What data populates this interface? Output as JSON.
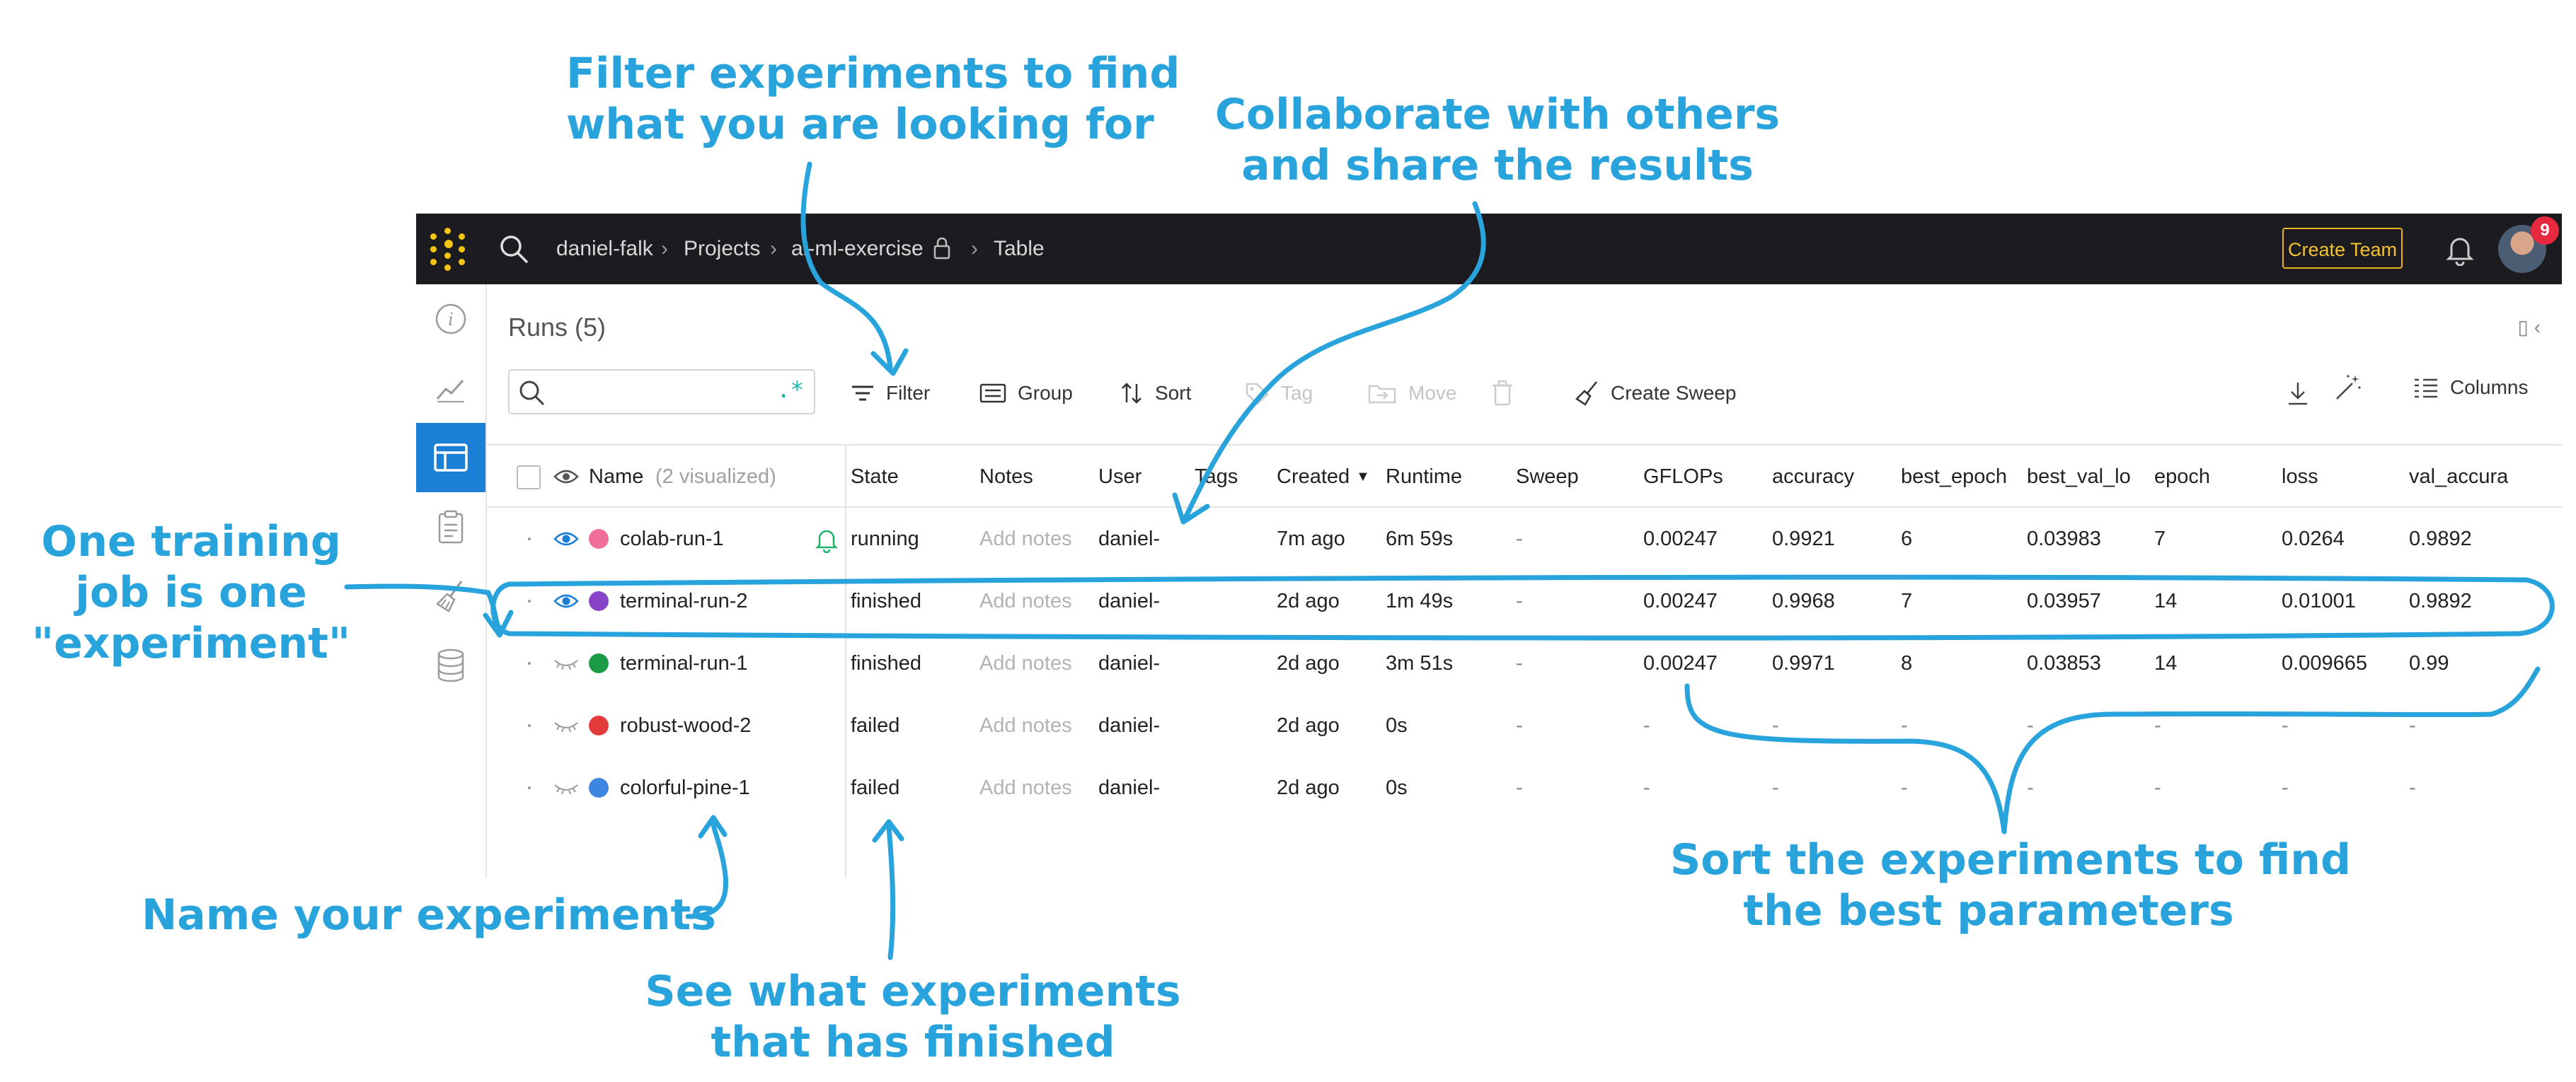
{
  "annotations": {
    "filter": [
      "Filter experiments to find",
      "what you are looking for"
    ],
    "collaborate": [
      "Collaborate with others",
      "and share the results"
    ],
    "experiment": [
      "One training",
      "job is one",
      "\"experiment\""
    ],
    "name": [
      "Name your experiments"
    ],
    "finished": [
      "See what experiments",
      "that has finished"
    ],
    "sort": [
      "Sort the experiments to find",
      "the best parameters"
    ]
  },
  "topbar": {
    "breadcrumb": [
      "daniel-falk",
      "Projects",
      "ai-ml-exercise",
      "Table"
    ],
    "create_team": "Create Team",
    "notification_count": "9"
  },
  "runs_title": "Runs (5)",
  "search": {
    "placeholder": "",
    "regex_label": ".*"
  },
  "toolbar": {
    "filter": "Filter",
    "group": "Group",
    "sort": "Sort",
    "tag": "Tag",
    "move": "Move",
    "create_sweep": "Create Sweep",
    "columns": "Columns"
  },
  "table": {
    "name_header": "Name",
    "visualized": "(2 visualized)",
    "columns": [
      "State",
      "Notes",
      "User",
      "Tags",
      "Created",
      "Runtime",
      "Sweep",
      "GFLOPs",
      "accuracy",
      "best_epoch",
      "best_val_lo",
      "epoch",
      "loss",
      "val_accura"
    ],
    "notes_placeholder": "Add notes",
    "rows": [
      {
        "name": "colab-run-1",
        "color": "#f06d9c",
        "visible": true,
        "state": "running",
        "user": "daniel-",
        "created": "7m ago",
        "runtime": "6m 59s",
        "sweep": "-",
        "gflops": "0.00247",
        "accuracy": "0.9921",
        "best_epoch": "6",
        "best_val_loss": "0.03983",
        "epoch": "7",
        "loss": "0.0264",
        "val_accuracy": "0.9892"
      },
      {
        "name": "terminal-run-2",
        "color": "#8844c6",
        "visible": true,
        "state": "finished",
        "user": "daniel-",
        "created": "2d ago",
        "runtime": "1m 49s",
        "sweep": "-",
        "gflops": "0.00247",
        "accuracy": "0.9968",
        "best_epoch": "7",
        "best_val_loss": "0.03957",
        "epoch": "14",
        "loss": "0.01001",
        "val_accuracy": "0.9892"
      },
      {
        "name": "terminal-run-1",
        "color": "#1c9b47",
        "visible": false,
        "state": "finished",
        "user": "daniel-",
        "created": "2d ago",
        "runtime": "3m 51s",
        "sweep": "-",
        "gflops": "0.00247",
        "accuracy": "0.9971",
        "best_epoch": "8",
        "best_val_loss": "0.03853",
        "epoch": "14",
        "loss": "0.009665",
        "val_accuracy": "0.99"
      },
      {
        "name": "robust-wood-2",
        "color": "#e33a3a",
        "visible": false,
        "state": "failed",
        "user": "daniel-",
        "created": "2d ago",
        "runtime": "0s",
        "sweep": "-",
        "gflops": "-",
        "accuracy": "-",
        "best_epoch": "-",
        "best_val_loss": "-",
        "epoch": "-",
        "loss": "-",
        "val_accuracy": "-"
      },
      {
        "name": "colorful-pine-1",
        "color": "#3d85e0",
        "visible": false,
        "state": "failed",
        "user": "daniel-",
        "created": "2d ago",
        "runtime": "0s",
        "sweep": "-",
        "gflops": "-",
        "accuracy": "-",
        "best_epoch": "-",
        "best_val_loss": "-",
        "epoch": "-",
        "loss": "-",
        "val_accuracy": "-"
      }
    ]
  },
  "colors": {
    "annotation": "#29a3dc",
    "topbar": "#1c1b1f",
    "active_nav": "#1b7fd6",
    "create_team": "#f2c230"
  }
}
